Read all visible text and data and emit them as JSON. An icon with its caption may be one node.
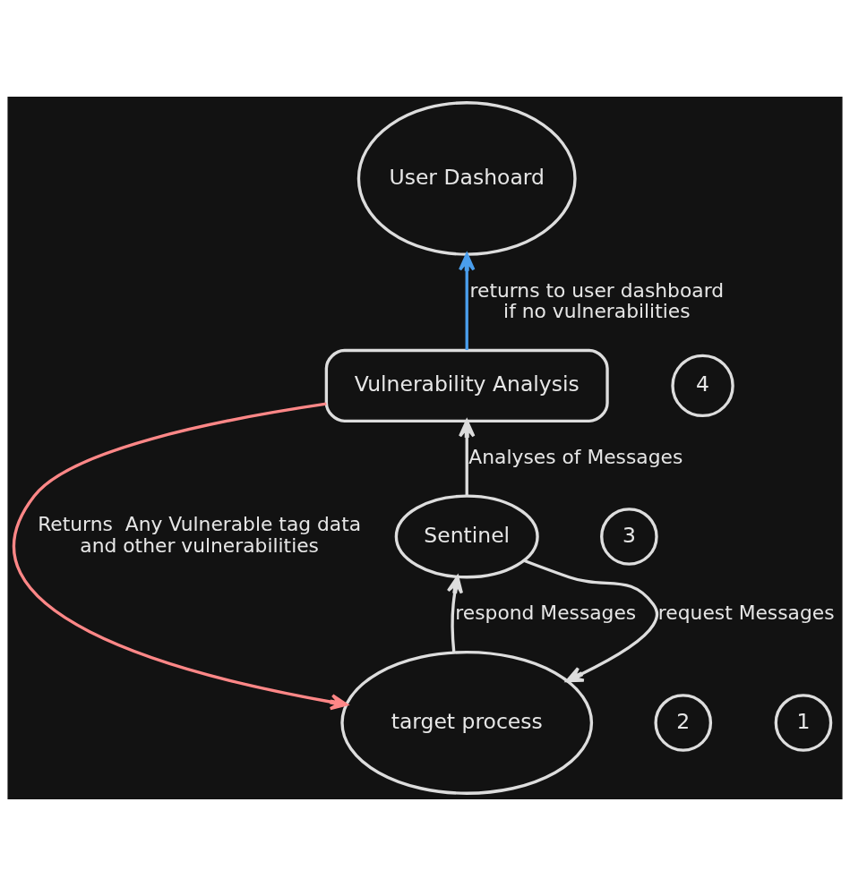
{
  "diagram": {
    "nodes": [
      {
        "text": [
          "User Dashoard"
        ]
      },
      {
        "text": [
          "4"
        ]
      },
      {
        "text": [
          "Vulnerability Analysis"
        ]
      },
      {
        "text": [
          "3"
        ]
      },
      {
        "text": [
          "Sentinel"
        ]
      },
      {
        "text": [
          "2"
        ]
      },
      {
        "text": [
          "1"
        ]
      },
      {
        "text": [
          "target process"
        ]
      }
    ],
    "edges": [
      {
        "from": 2,
        "to": 0,
        "arrow": "to",
        "label": "returns to user dashboard if no vulnerabilities",
        "color": "#4a9eed"
      },
      {
        "from": 4,
        "to": 2,
        "arrow": "to",
        "label": "Analyses of Messages"
      },
      {
        "from": 4,
        "to": 7,
        "arrow": "to",
        "label": "request Messages"
      },
      {
        "from": 7,
        "to": 4,
        "arrow": "to",
        "label": "respond Messages"
      },
      {
        "from": 2,
        "to": 7,
        "arrow": "to",
        "label": "Returns  Any Vulnerable tag data and other vulnerabilities",
        "color": "#ff8787"
      }
    ]
  }
}
